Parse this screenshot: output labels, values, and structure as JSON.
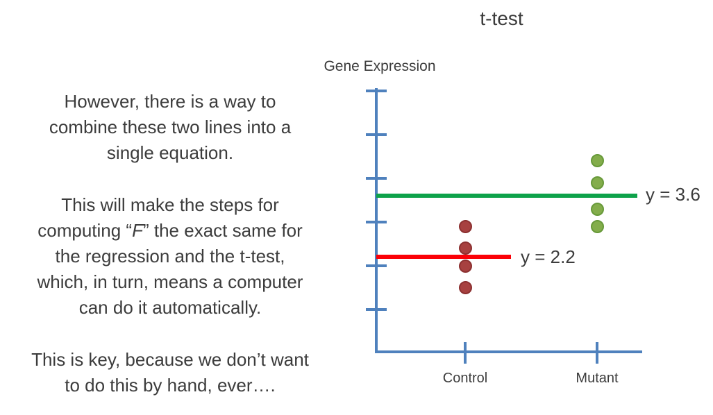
{
  "slide": {
    "p1": {
      "l1": "However, there is a way to",
      "l2": "combine these two lines into a",
      "l3": "single equation."
    },
    "p2": {
      "l1": "This will make the steps for",
      "l2_pre": "computing “",
      "l2_f": "F",
      "l2_post": "” the exact same for",
      "l3": "the regression and the t-test,",
      "l4": "which, in turn, means a computer",
      "l5": "can do it automatically."
    },
    "p3": {
      "l1": "This is key, because we don’t want",
      "l2": "to do this by hand, ever…."
    }
  },
  "chart_data": {
    "type": "scatter",
    "title": "t-test",
    "ylabel": "Gene Expression",
    "xlabel": "",
    "categories": [
      "Control",
      "Mutant"
    ],
    "xticklabels": [
      "Control",
      "Mutant"
    ],
    "series": [
      {
        "name": "Control",
        "values": [
          2.9,
          2.4,
          2.0,
          1.5
        ],
        "mean": 2.2,
        "mean_label": "y = 2.2",
        "point_fill": "#a74140",
        "point_stroke": "#8c3030",
        "mean_line_color": "#fb0007"
      },
      {
        "name": "Mutant",
        "values": [
          4.4,
          3.9,
          3.3,
          2.9
        ],
        "mean": 3.6,
        "mean_label": "y = 3.6",
        "point_fill": "#83ad4b",
        "point_stroke": "#679939",
        "mean_line_color": "#0ea24a"
      }
    ],
    "ylim": [
      0,
      6.1
    ],
    "yticks": [
      1,
      2,
      3,
      4,
      5,
      6
    ],
    "grid": false,
    "legend": "none",
    "axis_color": "#4f81bd",
    "text_color": "#3c3c3c"
  }
}
